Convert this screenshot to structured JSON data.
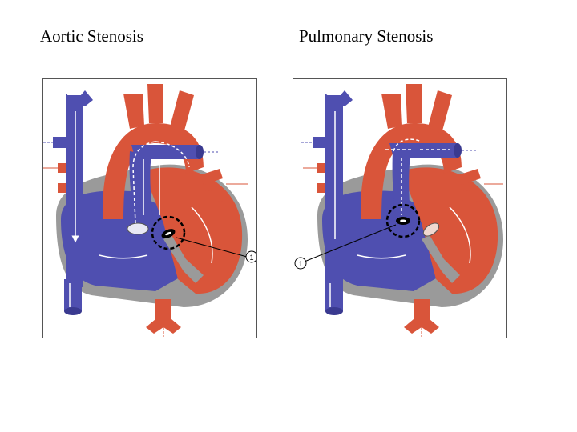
{
  "slide": {
    "left": {
      "title": "Aortic Stenosis",
      "callout_number": "1"
    },
    "right": {
      "title": "Pulmonary Stenosis",
      "callout_number": "1"
    }
  },
  "colors": {
    "oxygen_poor_blood": "#4f4fb0",
    "oxygen_rich_blood": "#d9553a",
    "heart_wall": "#9a9a9a",
    "flow_arrows": "#ffffff",
    "stenosis_marker": "#000000"
  }
}
